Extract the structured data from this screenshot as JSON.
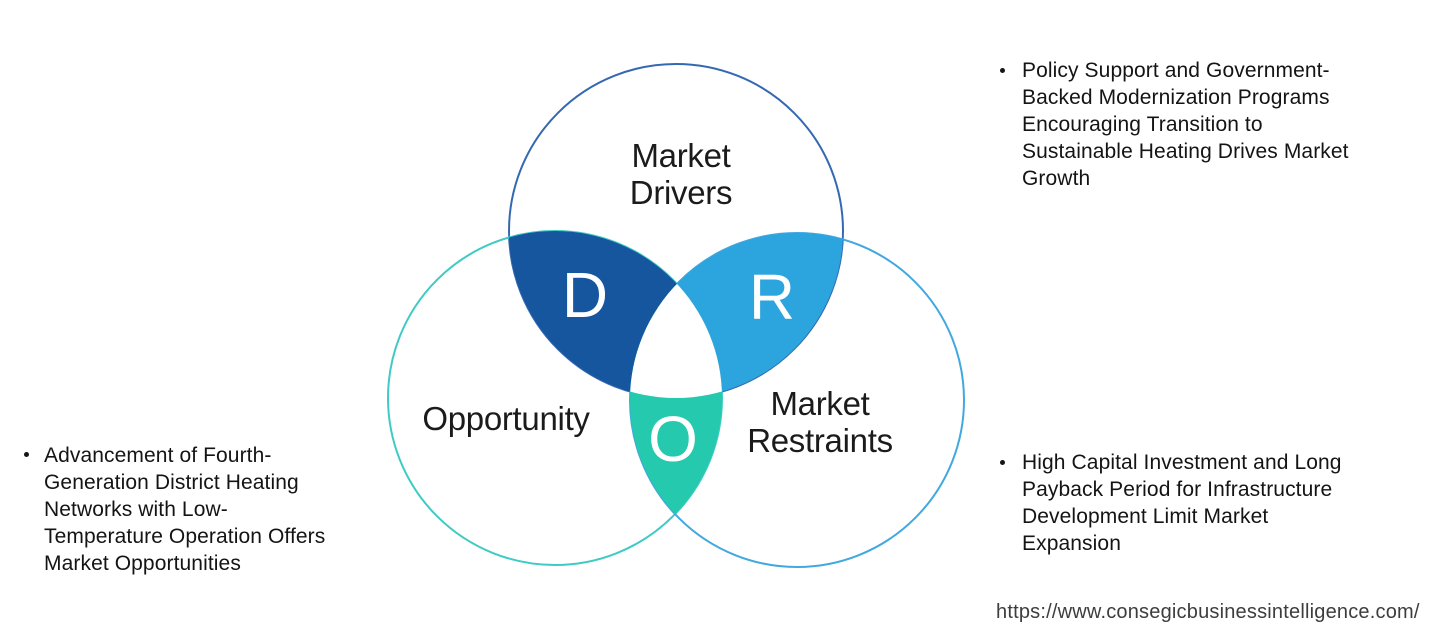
{
  "venn": {
    "letter_color": "#FFFFFF",
    "drivers": {
      "label": "Market\nDrivers",
      "letter": "D",
      "lens_color": "#16569F",
      "stroke_color": "#3568B2"
    },
    "opportunity": {
      "label": "Opportunity",
      "letter": "O",
      "lens_color": "#25C9AE",
      "stroke_color": "#3FCBC4"
    },
    "restraints": {
      "label": "Market\nRestraints",
      "letter": "R",
      "lens_color": "#2CA4DE",
      "stroke_color": "#41A8E0"
    }
  },
  "bullets": {
    "left": "Advancement of Fourth-\nGeneration District Heating\nNetworks with Low-\nTemperature Operation Offers\nMarket Opportunities",
    "right_top": "Policy Support and Government-\nBacked Modernization Programs\nEncouraging Transition to\nSustainable Heating Drives Market\nGrowth",
    "right_bottom": "High Capital Investment and Long\nPayback Period for Infrastructure\nDevelopment Limit Market\nExpansion"
  },
  "footer": {
    "url": "https://www.consegicbusinessintelligence.com/"
  }
}
